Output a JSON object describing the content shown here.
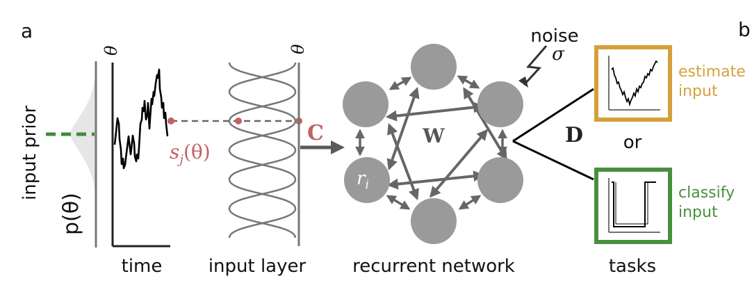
{
  "panel_labels": {
    "a": "a",
    "b": "b"
  },
  "prior": {
    "label": "input prior",
    "p_label": "p(θ)"
  },
  "theta_symbol": "θ",
  "sj_label": "s",
  "sj_subscript": "j",
  "sj_arg": "(θ)",
  "matrices": {
    "C": "C",
    "W": "W",
    "D": "D"
  },
  "noise": {
    "label": "noise",
    "sigma": "σ"
  },
  "ri_label": "r",
  "ri_subscript": "i",
  "sections": {
    "time": "time",
    "input_layer": "input layer",
    "recurrent_network": "recurrent network",
    "tasks": "tasks"
  },
  "tasks": {
    "estimate_line1": "estimate",
    "estimate_line2": "input",
    "or": "or",
    "classify_line1": "classify",
    "classify_line2": "input"
  },
  "colors": {
    "prior_green": "#3f8a3a",
    "estimate_gold": "#d5a03a",
    "classify_green": "#4a8f3f",
    "sample_red": "#c26262",
    "node_gray": "#9a9a9a",
    "arrow_gray": "#666666",
    "axis_gray": "#777777"
  }
}
